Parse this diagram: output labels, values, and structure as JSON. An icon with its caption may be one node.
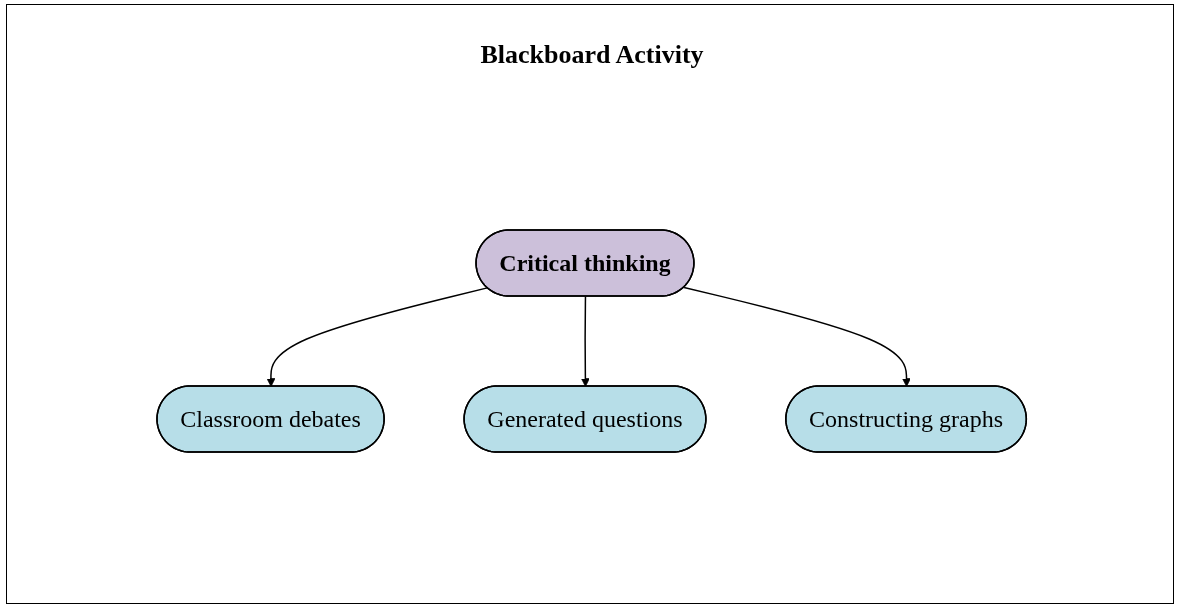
{
  "diagram": {
    "title": "Blackboard Activity",
    "nodes": [
      {
        "text": [
          "Critical thinking"
        ]
      },
      {
        "text": [
          "Classroom debates"
        ]
      },
      {
        "text": [
          "Generated questions"
        ]
      },
      {
        "text": [
          "Constructing graphs"
        ]
      }
    ],
    "edges": [
      {
        "from": 0,
        "to": 1,
        "arrow": "to"
      },
      {
        "from": 0,
        "to": 2,
        "arrow": "to"
      },
      {
        "from": 0,
        "to": 3,
        "arrow": "to"
      }
    ]
  }
}
